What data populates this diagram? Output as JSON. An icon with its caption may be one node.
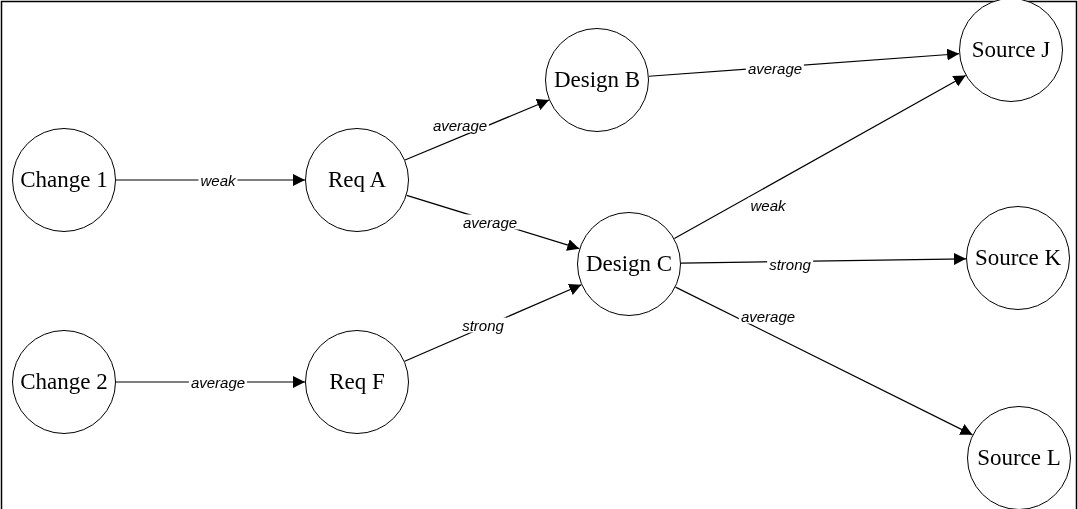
{
  "diagram": {
    "nodes": [
      {
        "text": [
          "Change 1"
        ]
      },
      {
        "text": [
          "Change 2"
        ]
      },
      {
        "text": [
          "Req A"
        ]
      },
      {
        "text": [
          "Req F"
        ]
      },
      {
        "text": [
          "Design B"
        ]
      },
      {
        "text": [
          "Design C"
        ]
      },
      {
        "text": [
          "Source J"
        ]
      },
      {
        "text": [
          "Source K"
        ]
      },
      {
        "text": [
          "Source L"
        ]
      }
    ],
    "edges": [
      {
        "from": 0,
        "to": 2,
        "arrow": "to",
        "label": "weak"
      },
      {
        "from": 1,
        "to": 3,
        "arrow": "to",
        "label": "average"
      },
      {
        "from": 2,
        "to": 4,
        "arrow": "to",
        "label": "average"
      },
      {
        "from": 2,
        "to": 5,
        "arrow": "to",
        "label": "average"
      },
      {
        "from": 3,
        "to": 5,
        "arrow": "to",
        "label": "strong"
      },
      {
        "from": 4,
        "to": 6,
        "arrow": "to",
        "label": "average"
      },
      {
        "from": 5,
        "to": 6,
        "arrow": "to",
        "label": "weak"
      },
      {
        "from": 5,
        "to": 7,
        "arrow": "to",
        "label": "strong"
      },
      {
        "from": 5,
        "to": 8,
        "arrow": "to",
        "label": "average"
      }
    ]
  }
}
